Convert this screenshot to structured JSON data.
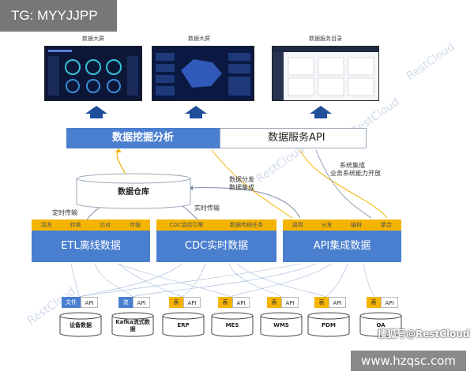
{
  "watermark": {
    "tg": "TG: MYYJJPP",
    "site": "www.hzqsc.com",
    "sohu": "搜狐号@RestCloud",
    "brand": "RestCloud"
  },
  "screens": [
    "数据大屏",
    "数据大屏",
    "数据服务目录"
  ],
  "top_bar": {
    "left": "数据挖掘分析",
    "right": "数据服务API"
  },
  "warehouse": "数据仓库",
  "annotations": {
    "distribute": "数据分发",
    "integrate": "数据集成",
    "biz1": "系统集成",
    "biz2": "业务系统能力开放",
    "scheduled": "定时传输",
    "realtime": "实时传输"
  },
  "modules": [
    {
      "title": "ETL离线数据",
      "cells": [
        "清洗",
        "转换",
        "比对",
        "传输"
      ]
    },
    {
      "title": "CDC实时数据",
      "cells": [
        "CDC监控引擎",
        "数据传输任务"
      ]
    },
    {
      "title": "API集成数据",
      "cells": [
        "调用",
        "分发",
        "编排",
        "聚合"
      ]
    }
  ],
  "sources": [
    {
      "name": "设备数据",
      "left": "文件",
      "right": "API"
    },
    {
      "name": "Kafka流式数据",
      "left": "流",
      "right": "API"
    },
    {
      "name": "ERP",
      "left": "表",
      "right": "API"
    },
    {
      "name": "MES",
      "left": "表",
      "right": "API"
    },
    {
      "name": "WMS",
      "left": "表",
      "right": "API"
    },
    {
      "name": "PDM",
      "left": "表",
      "right": "API"
    },
    {
      "name": "OA",
      "left": "表",
      "right": "API"
    }
  ],
  "colors": {
    "primary": "#4a7fd0",
    "accent": "#f4b400",
    "arrow": "#1f4f9a"
  }
}
